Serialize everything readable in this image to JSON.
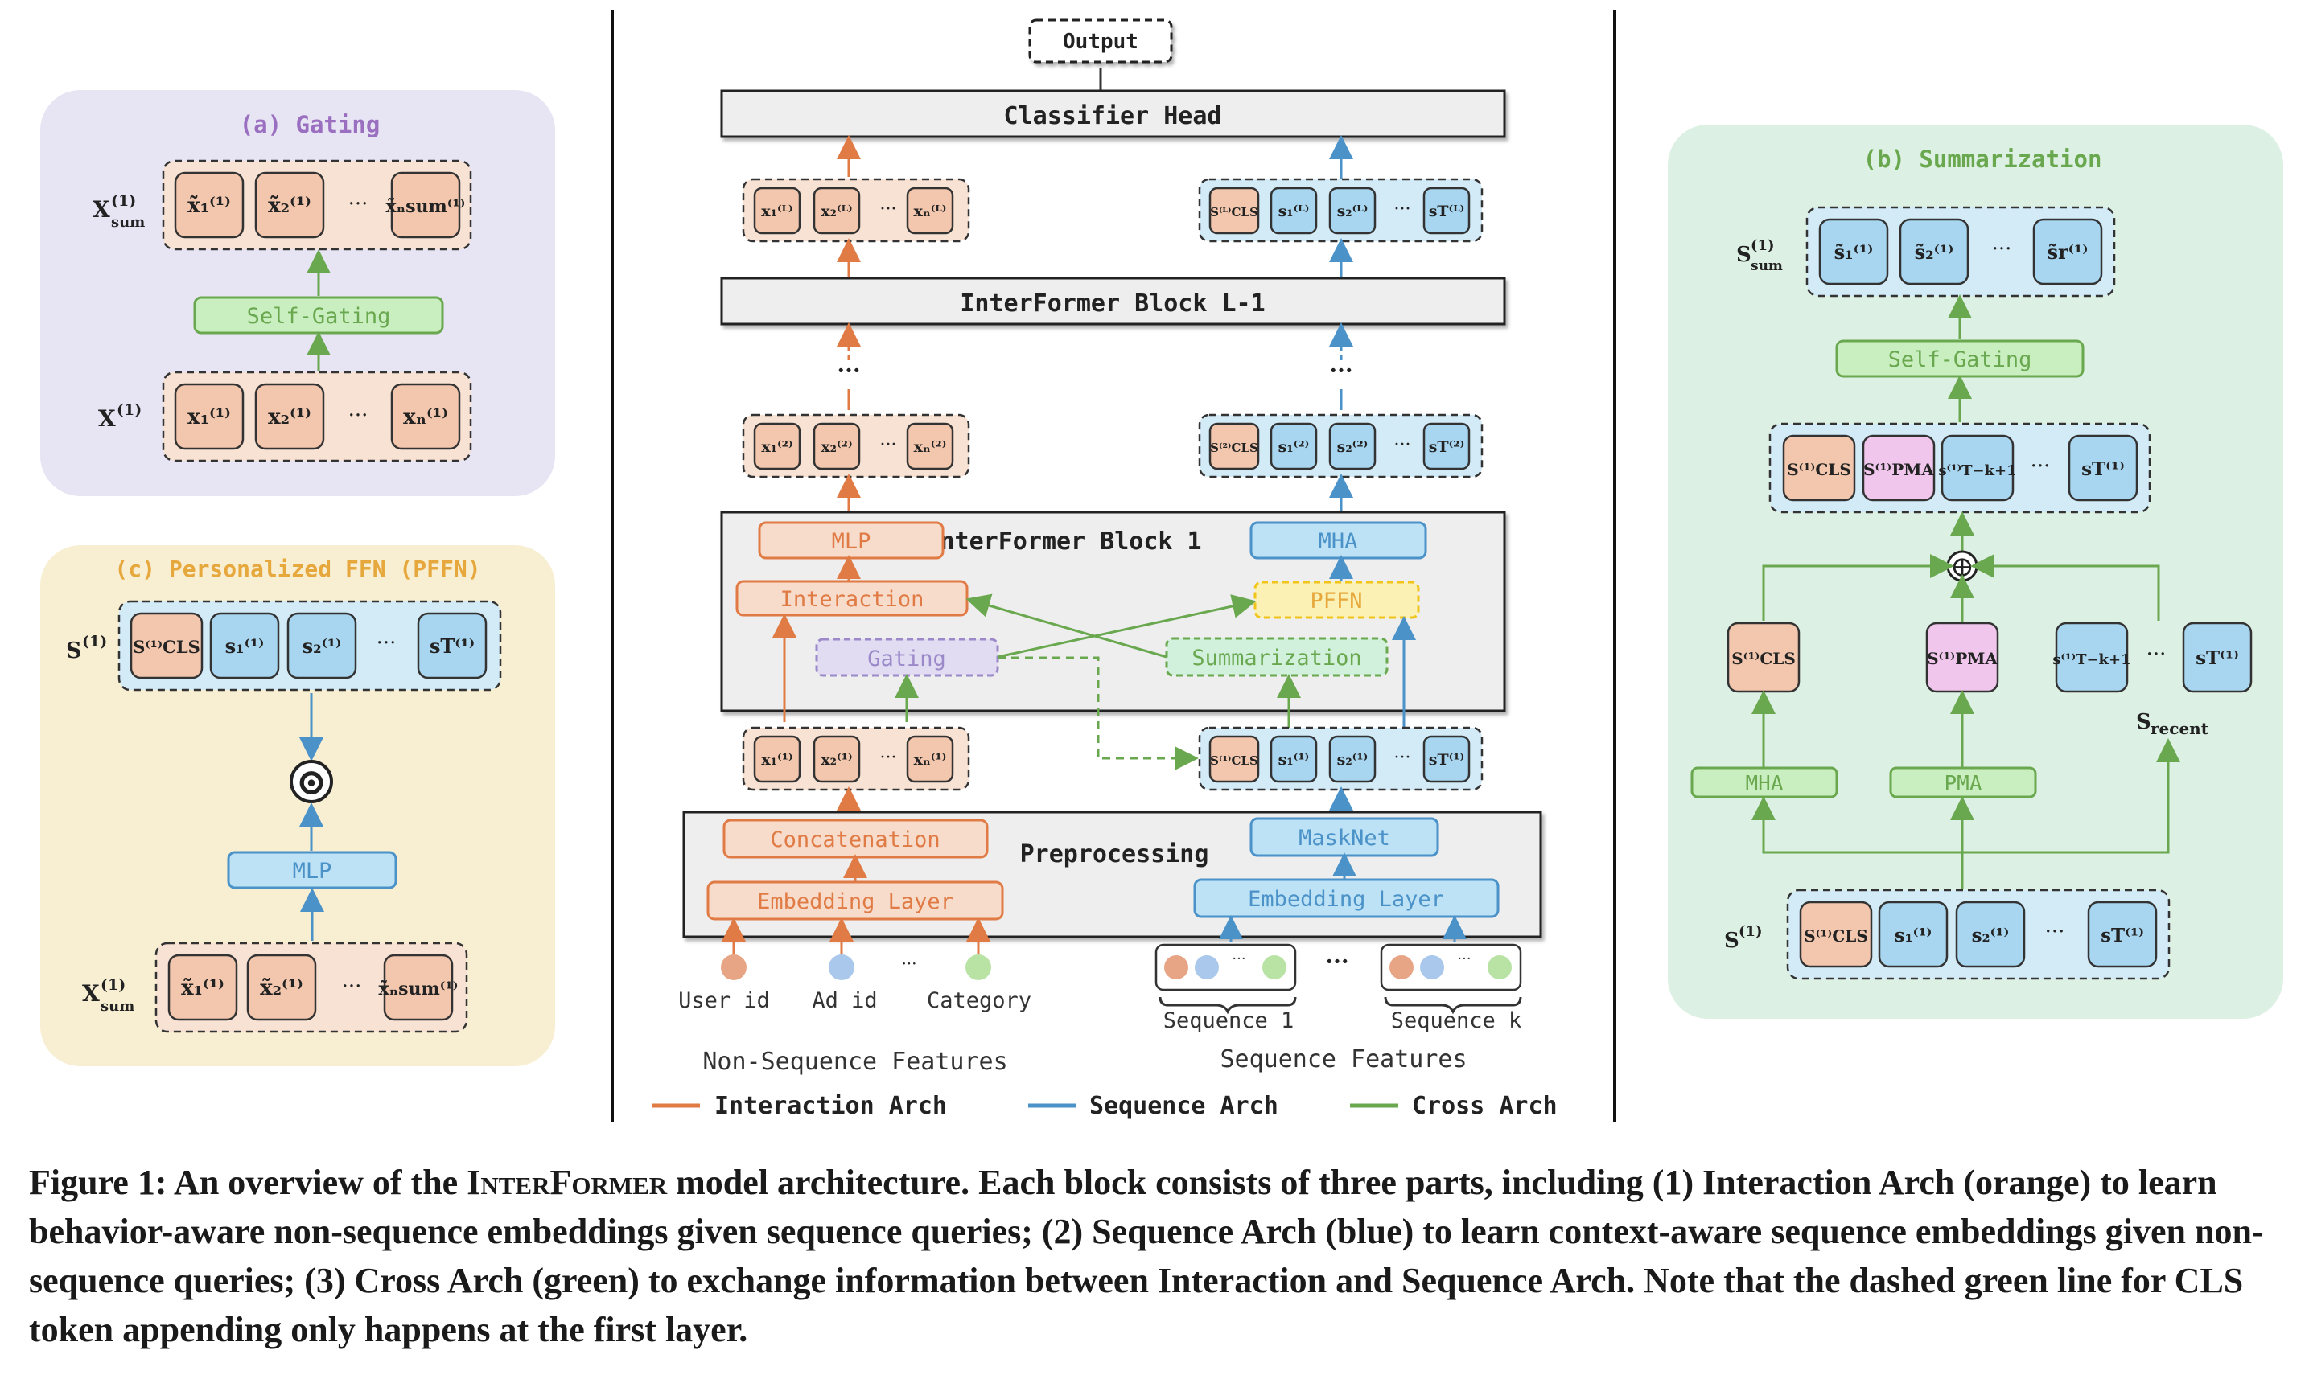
{
  "panels": {
    "gating": {
      "title": "(a) Gating",
      "x_sum_label": "X",
      "x_sum_sup": "(1)",
      "x_sum_sub": "sum",
      "x_label": "X",
      "x_sup": "(1)",
      "gating_box": "Self-Gating",
      "top_tokens": [
        "x̃₁⁽¹⁾",
        "x̃₂⁽¹⁾",
        "···",
        "x̃ₙsum⁽¹⁾"
      ],
      "bottom_tokens": [
        "x₁⁽¹⁾",
        "x₂⁽¹⁾",
        "···",
        "xₙ⁽¹⁾"
      ]
    },
    "pffn": {
      "title": "(c) Personalized FFN (PFFN)",
      "s_label": "S",
      "s_sup": "(1)",
      "top_tokens": [
        "S⁽¹⁾CLS",
        "s₁⁽¹⁾",
        "s₂⁽¹⁾",
        "···",
        "sT⁽¹⁾"
      ],
      "operator": "⊙",
      "mlp_box": "MLP",
      "x_sum_label": "X",
      "x_sum_sup": "(1)",
      "x_sum_sub": "sum",
      "bottom_tokens": [
        "x̃₁⁽¹⁾",
        "x̃₂⁽¹⁾",
        "···",
        "x̃ₙsum⁽¹⁾"
      ]
    },
    "main": {
      "output": "Output",
      "classifier_head": "Classifier Head",
      "block_l1": "InterFormer Block L-1",
      "block_1": "InterFormer Block 1",
      "preprocessing": "Preprocessing",
      "dots": "···",
      "vdots": "···",
      "layer_l_left": [
        "x₁⁽ᴸ⁾",
        "x₂⁽ᴸ⁾",
        "···",
        "xₙ⁽ᴸ⁾"
      ],
      "layer_l_right": [
        "S⁽ᴸ⁾CLS",
        "s₁⁽ᴸ⁾",
        "s₂⁽ᴸ⁾",
        "···",
        "sT⁽ᴸ⁾"
      ],
      "layer_2_left": [
        "x₁⁽²⁾",
        "x₂⁽²⁾",
        "···",
        "xₙ⁽²⁾"
      ],
      "layer_2_right": [
        "S⁽²⁾CLS",
        "s₁⁽²⁾",
        "s₂⁽²⁾",
        "···",
        "sT⁽²⁾"
      ],
      "layer_1_left": [
        "x₁⁽¹⁾",
        "x₂⁽¹⁾",
        "···",
        "xₙ⁽¹⁾"
      ],
      "layer_1_right": [
        "S⁽¹⁾CLS",
        "s₁⁽¹⁾",
        "s₂⁽¹⁾",
        "···",
        "sT⁽¹⁾"
      ],
      "mlp": "MLP",
      "mha": "MHA",
      "interaction": "Interaction",
      "pffn": "PFFN",
      "gating": "Gating",
      "summarization": "Summarization",
      "concatenation": "Concatenation",
      "embedding_left": "Embedding Layer",
      "masknet": "MaskNet",
      "embedding_right": "Embedding Layer",
      "feature_user": "User id",
      "feature_ad": "Ad id",
      "feature_category": "Category",
      "sequence_1": "Sequence 1",
      "sequence_k": "Sequence k",
      "non_seq_features": "Non-Sequence Features",
      "seq_features": "Sequence Features"
    },
    "summarization": {
      "title": "(b) Summarization",
      "s_sum_label": "S",
      "s_sum_sup": "(1)",
      "s_sum_sub": "sum",
      "top_tokens": [
        "s̃₁⁽¹⁾",
        "s̃₂⁽¹⁾",
        "···",
        "s̃r⁽¹⁾"
      ],
      "gating_box": "Self-Gating",
      "mid_tokens": [
        "S⁽¹⁾CLS",
        "S⁽¹⁾PMA",
        "s⁽¹⁾T−k+1",
        "···",
        "sT⁽¹⁾"
      ],
      "oplus": "⊕",
      "cls_token": "S⁽¹⁾CLS",
      "pma_token": "S⁽¹⁾PMA",
      "recent_tokens": [
        "s⁽¹⁾T−k+1",
        "···",
        "sT⁽¹⁾"
      ],
      "s_recent": "S",
      "s_recent_sub": "recent",
      "mha_box": "MHA",
      "pma_box": "PMA",
      "s_label": "S",
      "s_sup": "(1)",
      "bottom_tokens": [
        "S⁽¹⁾CLS",
        "s₁⁽¹⁾",
        "s₂⁽¹⁾",
        "···",
        "sT⁽¹⁾"
      ]
    }
  },
  "legend": [
    {
      "label": "Interaction Arch",
      "color": "#e07b45"
    },
    {
      "label": "Sequence Arch",
      "color": "#4a92c8"
    },
    {
      "label": "Cross Arch",
      "color": "#6aa84f"
    }
  ],
  "caption": {
    "prefix": "Figure 1: An overview of the ",
    "model": "InterFormer",
    "rest": " model architecture. Each block consists of three parts, including (1) Interaction Arch (orange) to learn behavior-aware non-sequence embeddings given sequence queries; (2) Sequence Arch (blue) to learn context-aware sequence embeddings given non-sequence queries; (3) Cross Arch (green) to exchange information between Interaction and Sequence Arch. Note that the dashed green line for CLS token appending only happens at the first layer."
  },
  "colors": {
    "orange": "#e07b45",
    "orange_fill": "#f2c7ad",
    "blue": "#4a92c8",
    "blue_fill": "#a8d6f0",
    "green": "#6aa84f",
    "green_fill": "#c9efc0",
    "purple_fill": "#f0c6ec",
    "gating_bg": "#e7e4f3",
    "pffn_bg": "#f8efd3",
    "summ_bg": "#ddf0e4"
  }
}
